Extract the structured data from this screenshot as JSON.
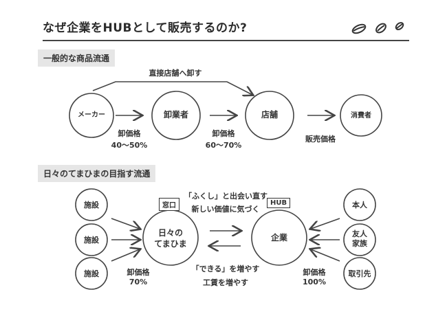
{
  "page": {
    "title": "なぜ企業をHUBとして販売するのか?"
  },
  "section1": {
    "heading": "一般的な商品流通",
    "direct_label": "直接店舗へ卸す",
    "nodes": {
      "maker": "メーカー",
      "wholesaler": "卸業者",
      "store": "店舗",
      "consumer": "消費者"
    },
    "price1": {
      "line1": "卸価格",
      "line2": "40〜50%"
    },
    "price2": {
      "line1": "卸価格",
      "line2": "60〜70%"
    },
    "price3": {
      "line1": "販売価格"
    }
  },
  "section2": {
    "heading": "日々のてまひまの目指す流通",
    "left_nodes": [
      "施設",
      "施設",
      "施設"
    ],
    "center_left": {
      "line1": "日々の",
      "line2": "てまひま",
      "tag": "窓口"
    },
    "center_right": {
      "label": "企業",
      "tag": "HUB"
    },
    "right_nodes": [
      "本人",
      "友人\n家族",
      "取引先"
    ],
    "top_text": {
      "line1": "「ふくし」と出会い直す",
      "line2": "新しい価値に気づく"
    },
    "bottom_text": {
      "line1": "「できる」を増やす",
      "line2": "工賃を増やす"
    },
    "price_left": {
      "line1": "卸価格",
      "line2": "70%"
    },
    "price_right": {
      "line1": "卸価格",
      "line2": "100%"
    }
  }
}
